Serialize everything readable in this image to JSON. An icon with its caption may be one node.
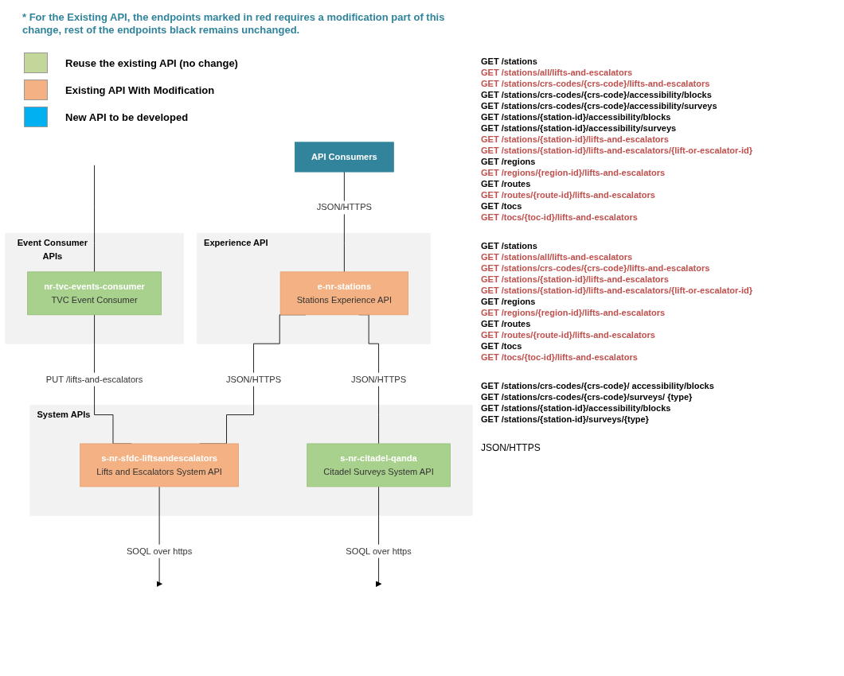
{
  "diagram": {
    "nodes": [
      {
        "text": [
          "API Consumers"
        ]
      },
      {
        "text": [
          "Experience API"
        ]
      },
      {
        "text": [
          "e-nr-stations",
          "Stations Experience API"
        ],
        "in": 1
      },
      {
        "text": [
          "Event Consumer APIs"
        ]
      },
      {
        "text": [
          "nr-tvc-events-consumer",
          "TVC Event Consumer"
        ],
        "in": 3
      },
      {
        "text": [
          "System APIs"
        ]
      },
      {
        "text": [
          "s-nr-sfdc-liftsandescalators",
          "Lifts and Escalators System API"
        ],
        "in": 5
      },
      {
        "text": [
          "s-nr-citadel-qanda",
          "Citadel Surveys System API"
        ],
        "in": 5
      }
    ],
    "edges": [
      {
        "from": 0,
        "to": 2,
        "arrow": "none",
        "label": "JSON/HTTPS"
      },
      {
        "from": 2,
        "to": 6,
        "arrow": "none",
        "label": "JSON/HTTPS"
      },
      {
        "from": 2,
        "to": 7,
        "arrow": "none",
        "label": "JSON/HTTPS"
      },
      {
        "from": null,
        "to": 4,
        "arrow": "none"
      },
      {
        "from": 4,
        "to": 6,
        "arrow": "none",
        "label": "PUT /lifts-and-escalators"
      },
      {
        "from": 6,
        "to": null,
        "arrow": "to",
        "label": "SOQL over https"
      },
      {
        "from": 7,
        "to": null,
        "arrow": "to",
        "label": "SOQL over https"
      }
    ],
    "labels": [
      "* For the Existing API, the endpoints marked in red requires a modification part of this change, rest of the endpoints black remains unchanged.",
      "GET /stations",
      "GET /stations/all/lifts-and-escalators",
      "GET /stations/crs-codes/{crs-code}/lifts-and-escalators",
      "GET /stations/crs-codes/{crs-code}/accessibility/blocks",
      "GET /stations/crs-codes/{crs-code}/accessibility/surveys",
      "GET /stations/{station-id}/accessibility/blocks",
      "GET /stations/{station-id}/accessibility/surveys",
      "GET /stations/{station-id}/lifts-and-escalators",
      "GET /stations/{station-id}/lifts-and-escalators/{lift-or-escalator-id}",
      "GET /regions",
      "GET /regions/{region-id}/lifts-and-escalators",
      "GET /routes",
      "GET /routes/{route-id}/lifts-and-escalators",
      "GET /tocs",
      "GET /tocs/{toc-id}/lifts-and-escalators",
      "GET /stations",
      "GET /stations/all/lifts-and-escalators",
      "GET /stations/crs-codes/{crs-code}/lifts-and-escalators",
      "GET /stations/{station-id}/lifts-and-escalators",
      "GET /stations/{station-id}/lifts-and-escalators/{lift-or-escalator-id}",
      "GET /regions",
      "GET /regions/{region-id}/lifts-and-escalators",
      "GET /routes",
      "GET /routes/{route-id}/lifts-and-escalators",
      "GET /tocs",
      "GET /tocs/{toc-id}/lifts-and-escalators",
      "GET /stations/crs-codes/{crs-code}/ accessibility/blocks",
      "GET /stations/crs-codes/{crs-code}/surveys/ {type}",
      "GET /stations/{station-id}/accessibility/blocks",
      "GET /stations/{station-id}/surveys/{type}",
      "JSON/HTTPS"
    ],
    "legend": [
      {
        "text": "Reuse the existing API (no change)",
        "color": "#c4d79b"
      },
      {
        "text": "Existing API With Modification",
        "color": "#f4b183"
      },
      {
        "text": "New API to be developed",
        "color": "#00b0f0"
      }
    ]
  }
}
